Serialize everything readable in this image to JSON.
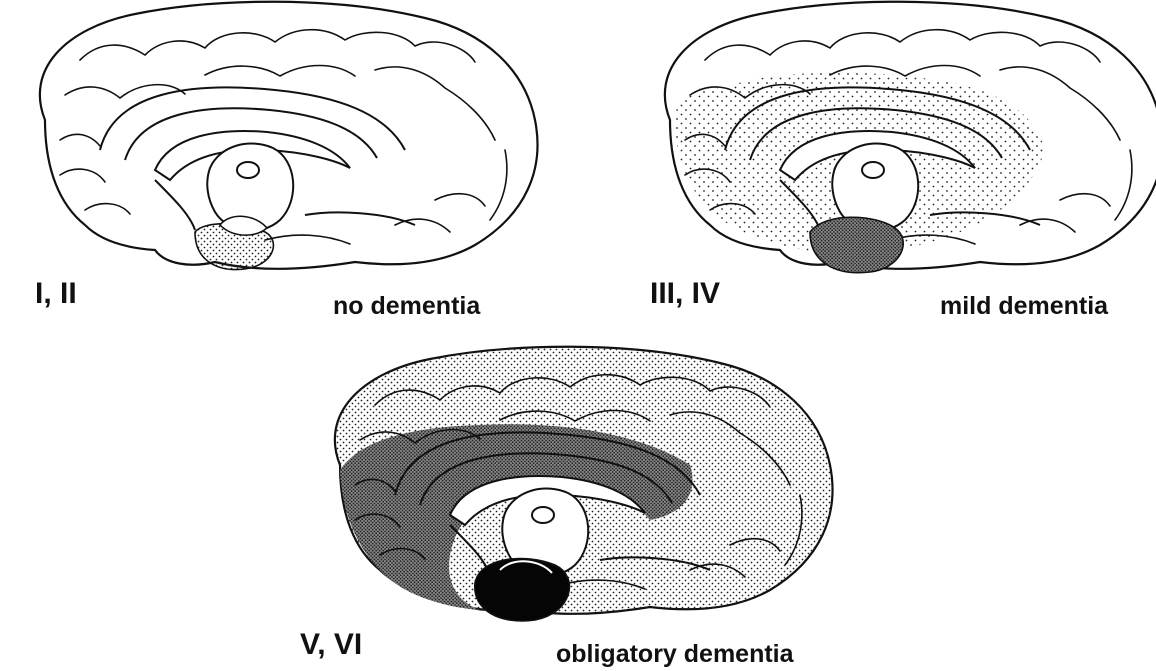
{
  "colors": {
    "outline": "#111111",
    "background": "#ffffff",
    "stipple": "#222222",
    "dense": "#555555",
    "solid": "#050505"
  },
  "panels": [
    {
      "stage": "I, II",
      "dementia": "no dementia",
      "pattern": "transentorhinal-only"
    },
    {
      "stage": "III, IV",
      "dementia": "mild dementia",
      "pattern": "limbic-spread"
    },
    {
      "stage": "V, VI",
      "dementia": "obligatory dementia",
      "pattern": "isocortical-spread"
    }
  ]
}
